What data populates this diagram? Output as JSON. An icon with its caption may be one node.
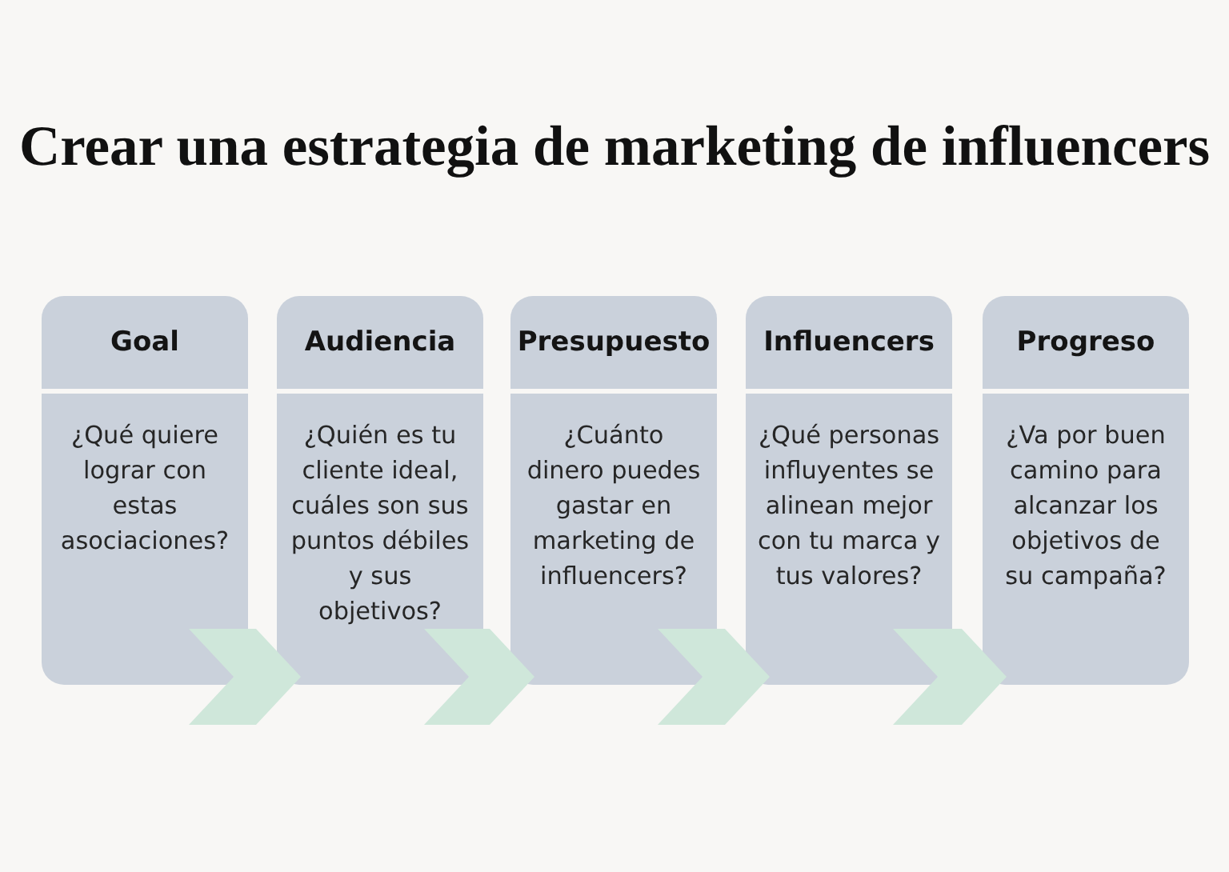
{
  "diagram": {
    "title": "Crear una estrategia de marketing de influencers",
    "nodes": [
      {
        "text": [
          "Goal",
          "¿Qué quiere lograr con estas asociaciones?"
        ]
      },
      {
        "text": [
          "Audiencia",
          "¿Quién es tu cliente ideal, cuáles son sus puntos débiles y sus objetivos?"
        ]
      },
      {
        "text": [
          "Presupuesto",
          "¿Cuánto dinero puedes gastar en marketing de influencers?"
        ]
      },
      {
        "text": [
          "Influencers",
          "¿Qué personas influyentes se alinean mejor con tu marca y tus valores?"
        ]
      },
      {
        "text": [
          "Progreso",
          "¿Va por buen camino para alcanzar los objetivos de su campaña?"
        ]
      }
    ],
    "edges": [
      {
        "from": 0,
        "to": 1,
        "arrow": "to"
      },
      {
        "from": 1,
        "to": 2,
        "arrow": "to"
      },
      {
        "from": 2,
        "to": 3,
        "arrow": "to"
      },
      {
        "from": 3,
        "to": 4,
        "arrow": "to"
      }
    ]
  }
}
